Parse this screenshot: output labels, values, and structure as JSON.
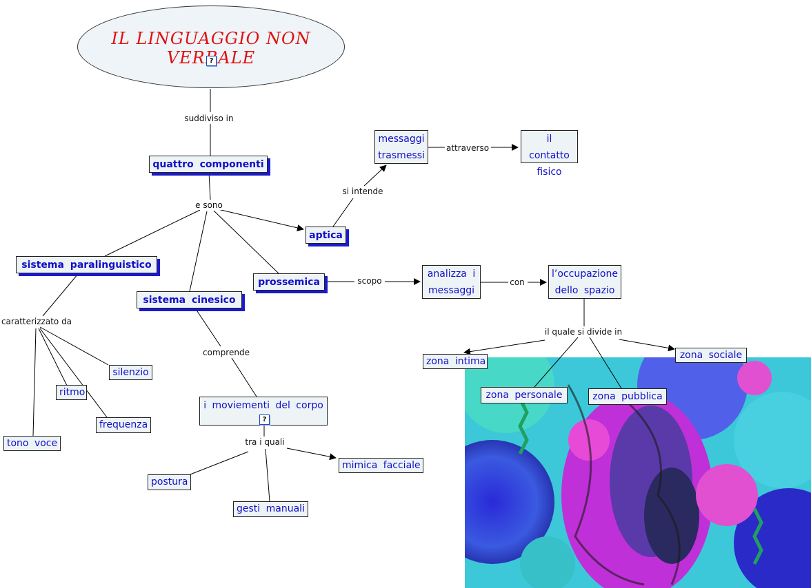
{
  "title": "IL LINGUAGGIO NON VERBALE",
  "colors": {
    "title": "#e01010",
    "node_text": "#1010c8",
    "node_bg": "#eef3f6",
    "shadow": "#1a1ad0"
  },
  "icons": {
    "resource": "question-doc-icon"
  },
  "nodes": {
    "quattro_componenti": "quattro componenti",
    "aptica": "aptica",
    "messaggi_trasmessi": "messaggi trasmessi",
    "contatto_fisico": "il contatto fisico",
    "sistema_paralinguistico": "sistema paralinguistico",
    "sistema_cinesico": "sistema cinesico",
    "prossemica": "prossemica",
    "analizza_messaggi": "analizza i messaggi",
    "occupazione_spazio": "l’occupazione dello spazio",
    "zona_intima": "zona intima",
    "zona_sociale": "zona sociale",
    "zona_personale": "zona personale",
    "zona_pubblica": "zona pubblica",
    "silenzio": "silenzio",
    "ritmo": "ritmo",
    "frequenza": "frequenza",
    "tono_voce": "tono voce",
    "movimenti_corpo": "i moviementi del corpo",
    "mimica_facciale": "mimica facciale",
    "postura": "postura",
    "gesti_manuali": "gesti manuali"
  },
  "links": {
    "suddiviso_in": "suddiviso in",
    "e_sono": "e sono",
    "si_intende": "si intende",
    "attraverso": "attraverso",
    "scopo": "scopo",
    "con": "con",
    "il_quale_si_divide_in": "il quale si divide in",
    "caratterizzato_da": "caratterizzato da",
    "comprende": "comprende",
    "tra_i_quali": "tra i quali"
  }
}
